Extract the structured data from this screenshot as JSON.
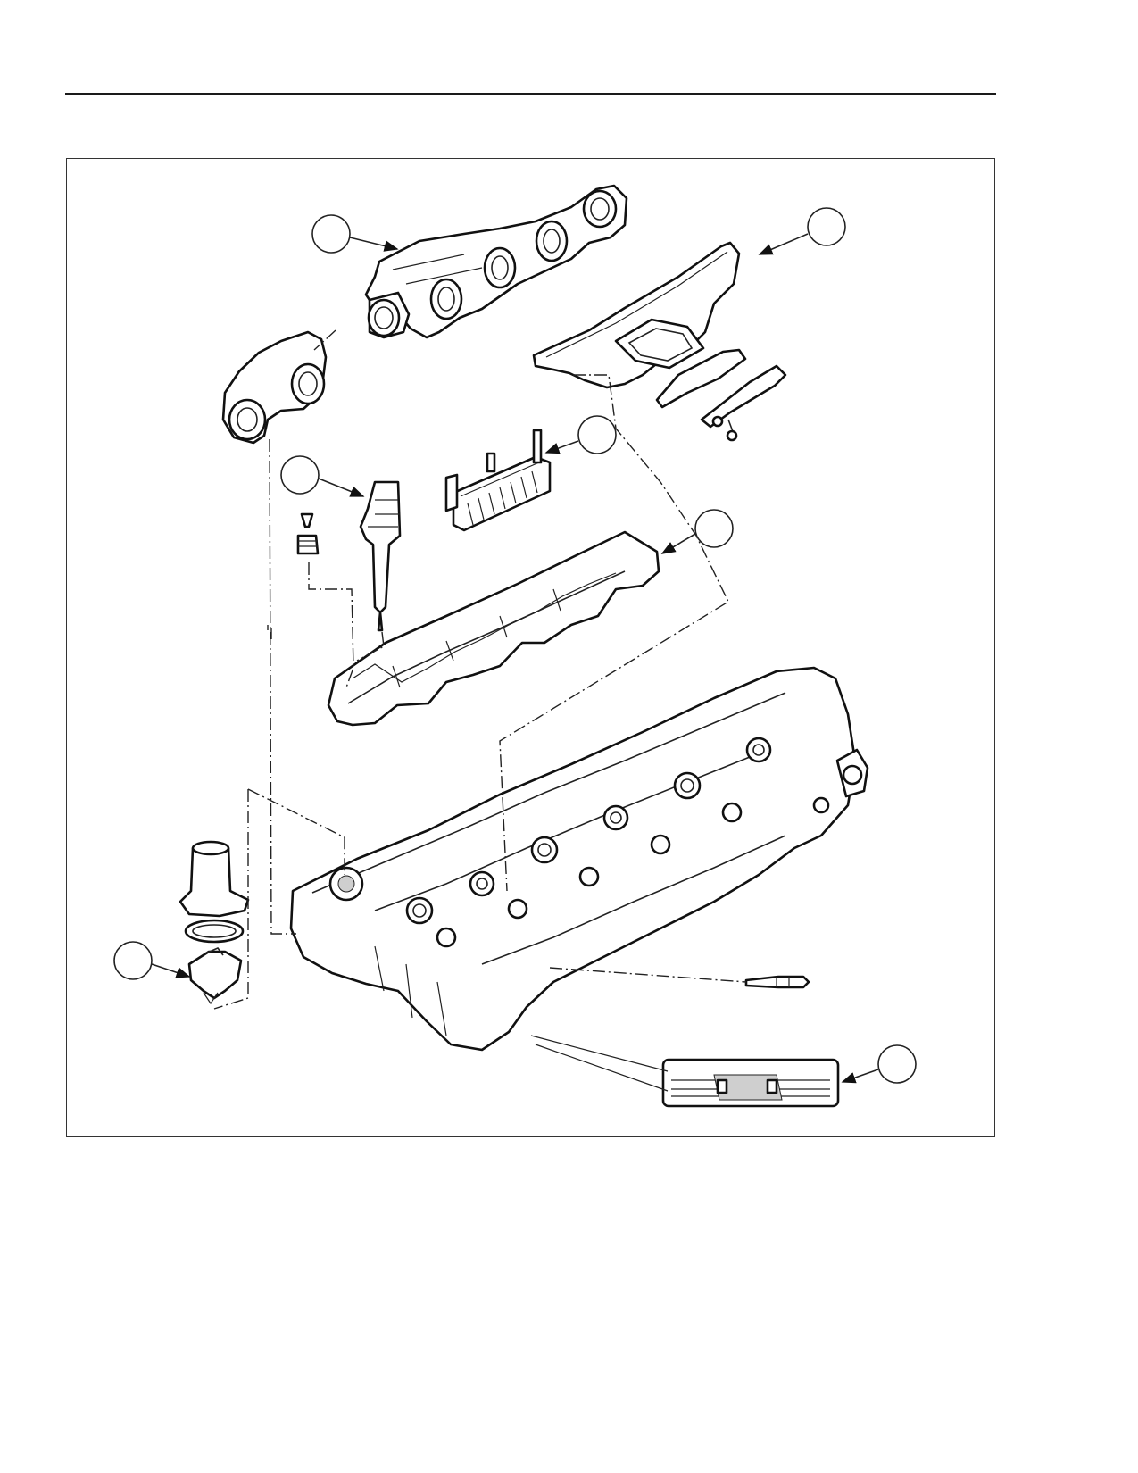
{
  "page": {
    "background": "#ffffff",
    "line_color": "#111111"
  },
  "figure": {
    "parts": [
      "exhaust-manifold-front",
      "exhaust-manifold-rear",
      "intake-manifold",
      "fuel-rail-module",
      "fuel-injector",
      "valve-cover-gasket-frame",
      "cylinder-head",
      "thermostat-housing",
      "thermostat-seal",
      "thermostat",
      "glow-plug",
      "head-gasket-detail"
    ],
    "callouts": [
      {
        "id": "callout-exhaust-manifold",
        "label": ""
      },
      {
        "id": "callout-intake-manifold",
        "label": ""
      },
      {
        "id": "callout-fuel-rail",
        "label": ""
      },
      {
        "id": "callout-injector",
        "label": ""
      },
      {
        "id": "callout-valve-cover-frame",
        "label": ""
      },
      {
        "id": "callout-thermostat",
        "label": ""
      },
      {
        "id": "callout-gasket-detail",
        "label": ""
      }
    ]
  }
}
